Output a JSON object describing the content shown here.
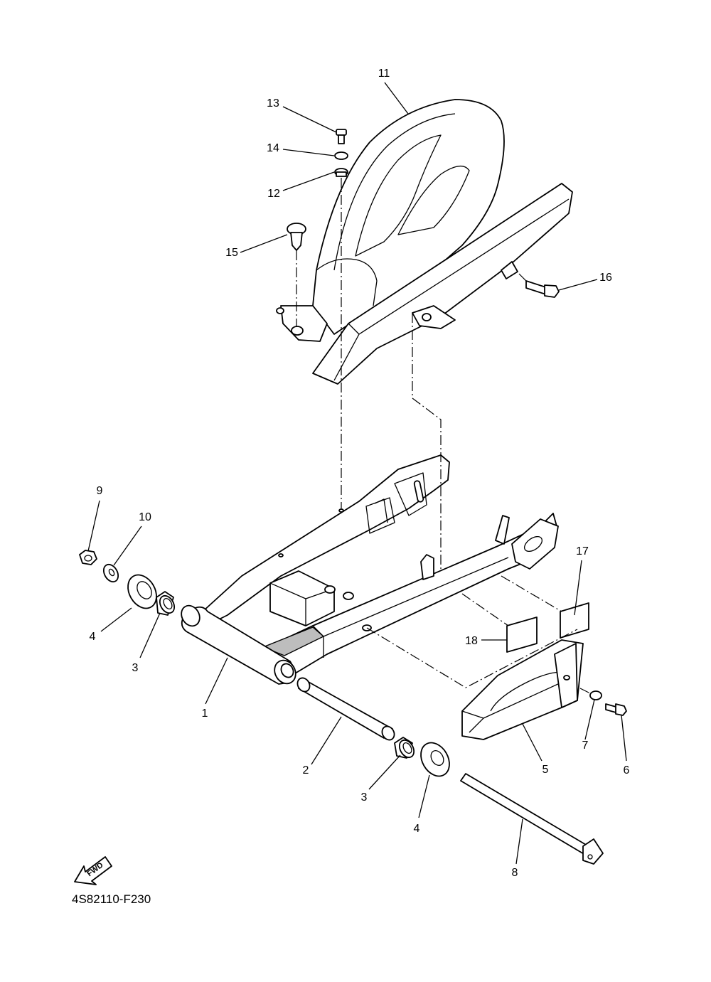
{
  "diagram_code": "4S82110-F230",
  "direction_marker": "FWD",
  "callouts": [
    {
      "id": "c1",
      "label": "1"
    },
    {
      "id": "c2",
      "label": "2"
    },
    {
      "id": "c3a",
      "label": "3"
    },
    {
      "id": "c3b",
      "label": "3"
    },
    {
      "id": "c4a",
      "label": "4"
    },
    {
      "id": "c4b",
      "label": "4"
    },
    {
      "id": "c5",
      "label": "5"
    },
    {
      "id": "c6",
      "label": "6"
    },
    {
      "id": "c7",
      "label": "7"
    },
    {
      "id": "c8",
      "label": "8"
    },
    {
      "id": "c9",
      "label": "9"
    },
    {
      "id": "c10",
      "label": "10"
    },
    {
      "id": "c11",
      "label": "11"
    },
    {
      "id": "c12",
      "label": "12"
    },
    {
      "id": "c13",
      "label": "13"
    },
    {
      "id": "c14",
      "label": "14"
    },
    {
      "id": "c15",
      "label": "15"
    },
    {
      "id": "c16",
      "label": "16"
    },
    {
      "id": "c17",
      "label": "17"
    },
    {
      "id": "c18",
      "label": "18"
    }
  ]
}
